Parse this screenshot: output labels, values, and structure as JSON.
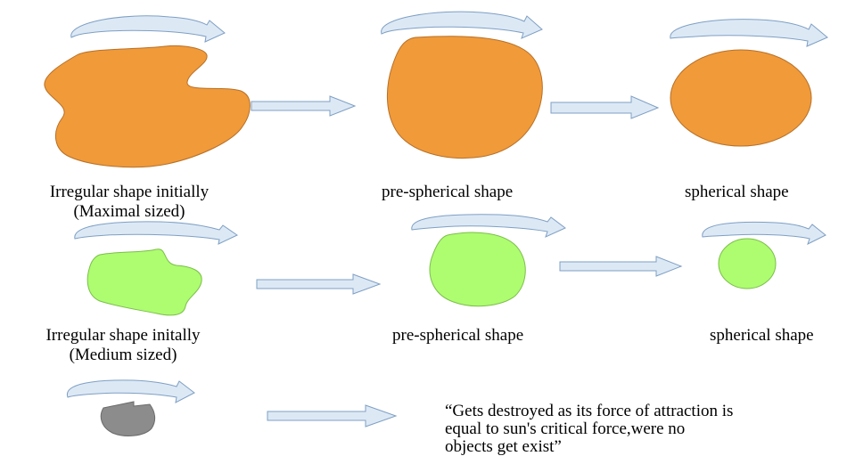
{
  "colors": {
    "large_blob": "#f09a3a",
    "medium_blob": "#aefc70",
    "small_blob": "#8c8c8c",
    "rotation_arrow_fill": "#dce9f5",
    "rotation_arrow_stroke": "#7f9fc4",
    "process_arrow_fill": "#dce9f5",
    "process_arrow_stroke": "#7f9fc4",
    "text": "#000000"
  },
  "rows": [
    {
      "id": "maximal",
      "labels": {
        "irregular_line1": "Irregular shape initially",
        "irregular_line2": "(Maximal sized)",
        "prespherical": "pre-spherical shape",
        "spherical": "spherical shape"
      }
    },
    {
      "id": "medium",
      "labels": {
        "irregular_line1": "Irregular shape initally",
        "irregular_line2": "(Medium sized)",
        "prespherical": "pre-spherical shape",
        "spherical": "spherical shape"
      }
    },
    {
      "id": "small",
      "labels": {
        "note_line1": "“Gets destroyed as its force of attraction is",
        "note_line2": "equal to sun's critical force,were no",
        "note_line3": "objects get exist”"
      }
    }
  ]
}
